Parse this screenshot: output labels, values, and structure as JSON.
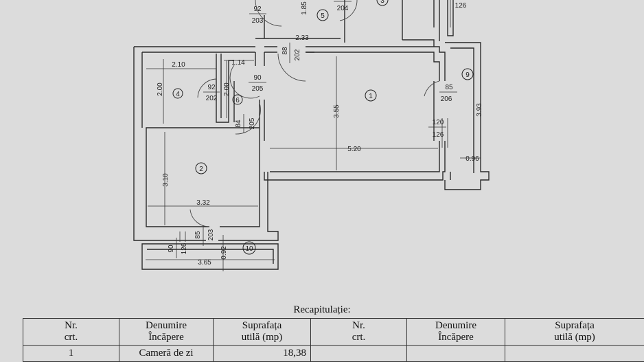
{
  "plan": {
    "room_numbers": [
      "1",
      "2",
      "4",
      "5",
      "6",
      "9",
      "10",
      "3"
    ],
    "dimensions": {
      "d_2_10": "2.10",
      "d_1_14": "1.14",
      "d_2_00a": "2.00",
      "d_2_00b": "2.00",
      "d_2_33": "2.33",
      "d_1_85": "1.85",
      "d_3_55": "3.55",
      "d_5_20": "5.20",
      "d_3_93": "3.93",
      "d_0_96": "0.96",
      "d_3_10": "3.10",
      "d_3_32": "3.32",
      "d_3_65": "3.65",
      "d_0_92": "0.92"
    },
    "openings": {
      "o_92_203": {
        "top": "92",
        "bottom": "203"
      },
      "o_204": {
        "bottom": "204"
      },
      "o_126_top": {
        "value": "126"
      },
      "o_88_202": {
        "top": "88",
        "bottom": "202"
      },
      "o_90_205": {
        "top": "90",
        "bottom": "205"
      },
      "o_92_202": {
        "top": "92",
        "bottom": "202"
      },
      "o_84_205": {
        "top": "84",
        "bottom": "205"
      },
      "o_85_206": {
        "top": "85",
        "bottom": "206"
      },
      "o_120_126": {
        "top": "120",
        "bottom": "126"
      },
      "o_90_126": {
        "top": "90",
        "bottom": "126"
      },
      "o_85_203": {
        "top": "85",
        "bottom": "203"
      }
    }
  },
  "summary": {
    "title": "Recapitulație:",
    "headers": [
      [
        "Nr.",
        "crt."
      ],
      [
        "Denumire",
        "Încăpere"
      ],
      [
        "Suprafața",
        "utilă (mp)"
      ],
      [
        "Nr.",
        "crt."
      ],
      [
        "Denumire",
        "Încăpere"
      ],
      [
        "Suprafața",
        "utilă (mp)"
      ]
    ],
    "rows": [
      [
        "1",
        "Cameră de zi",
        "18,38",
        "",
        "",
        ""
      ]
    ]
  }
}
